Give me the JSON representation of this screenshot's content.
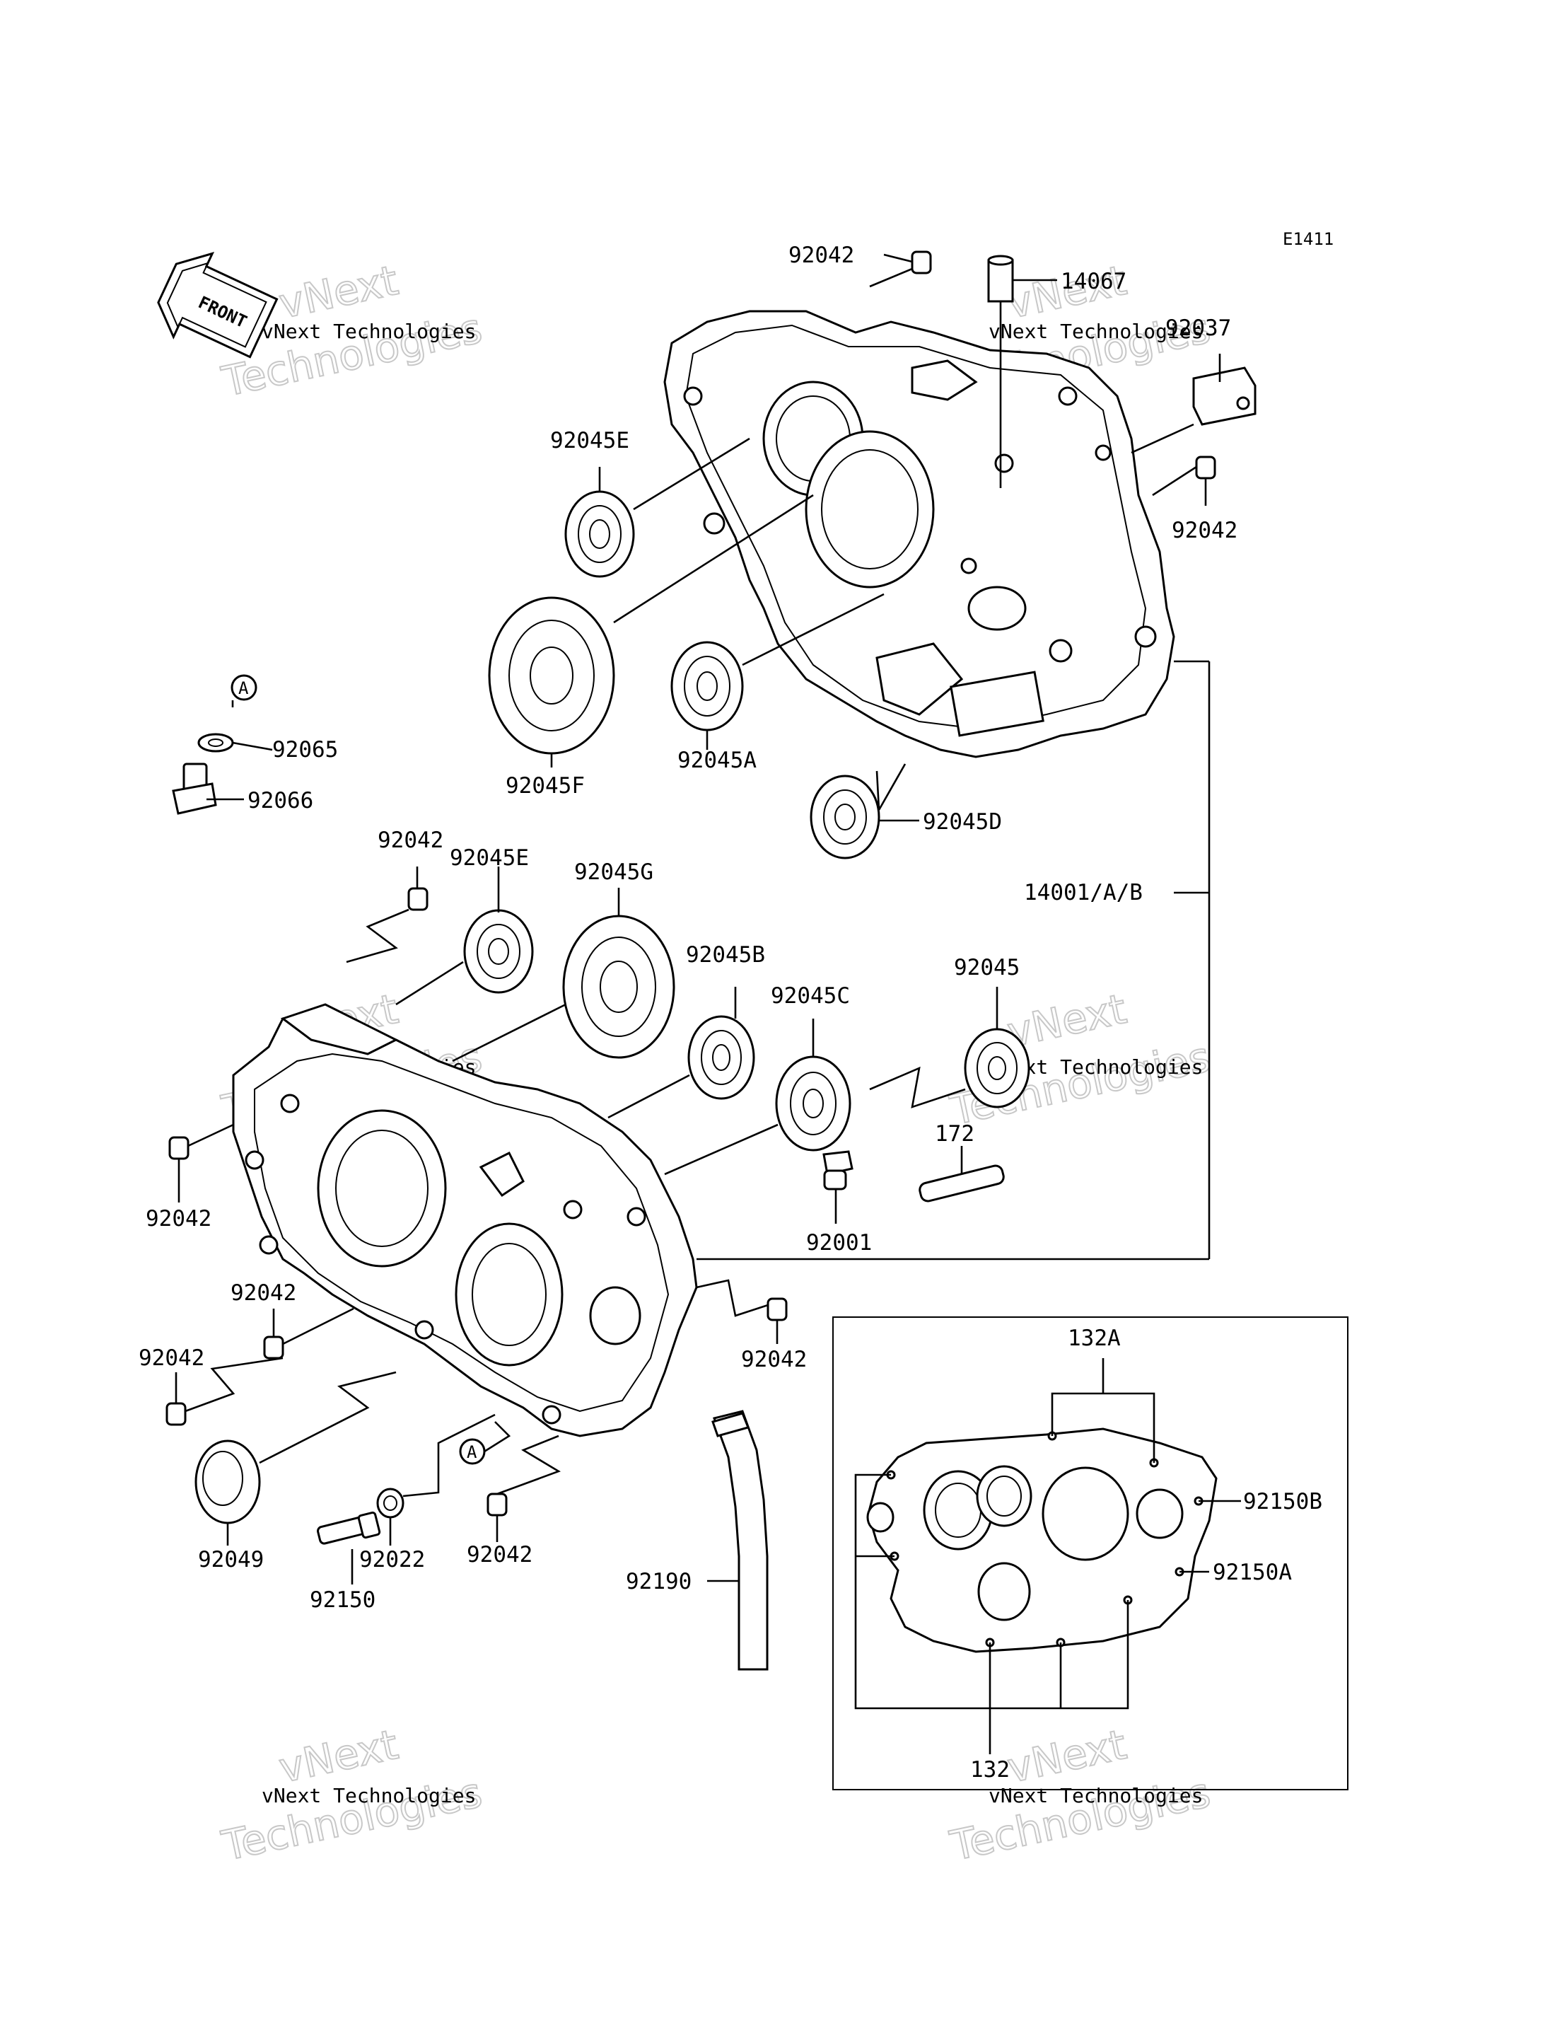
{
  "diagram_code": "E1411",
  "front_marker": "FRONT",
  "watermark": {
    "line1": "vNext",
    "line2": "Technologies",
    "caption": "vNext Technologies"
  },
  "reference_marker": "A",
  "labels": {
    "p92042_top": "92042",
    "p14067": "14067",
    "p92037": "92037",
    "p92045E_top": "92045E",
    "p92042_right": "92042",
    "p92065": "92065",
    "p92066": "92066",
    "p92045F": "92045F",
    "p92045A": "92045A",
    "p92045D": "92045D",
    "p14001": "14001/A/B",
    "p92042_mid": "92042",
    "p92045E_mid": "92045E",
    "p92045G": "92045G",
    "p92045B": "92045B",
    "p92045C": "92045C",
    "p92045": "92045",
    "p172": "172",
    "p92042_left": "92042",
    "p92001": "92001",
    "p92042_l2": "92042",
    "p92042_l3": "92042",
    "p92042_low": "92042",
    "p92049": "92049",
    "p92022": "92022",
    "p92042_bot": "92042",
    "p92150": "92150",
    "p92190": "92190",
    "p132A": "132A",
    "p92150B": "92150B",
    "p92150A": "92150A",
    "p132": "132"
  }
}
